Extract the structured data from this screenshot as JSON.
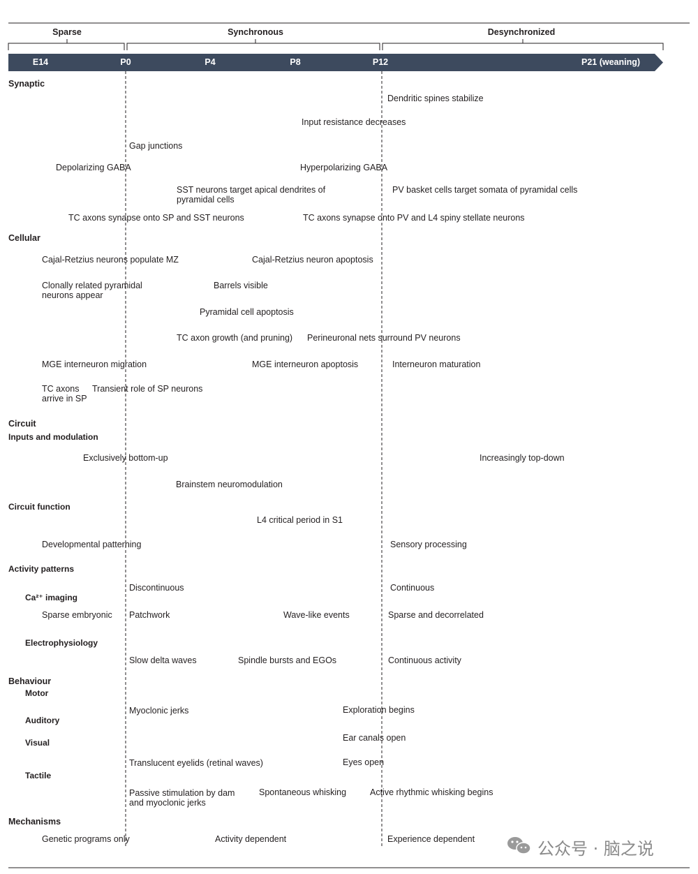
{
  "eras": [
    {
      "id": "sparse",
      "label": "Sparse"
    },
    {
      "id": "synchronous",
      "label": "Synchronous"
    },
    {
      "id": "desynchronized",
      "label": "Desynchronized"
    }
  ],
  "ages": [
    {
      "id": "e14",
      "label": "E14"
    },
    {
      "id": "p0",
      "label": "P0"
    },
    {
      "id": "p4",
      "label": "P4"
    },
    {
      "id": "p8",
      "label": "P8"
    },
    {
      "id": "p12",
      "label": "P12"
    },
    {
      "id": "p21",
      "label": "P21 (weaning)"
    }
  ],
  "colors": {
    "timeline_bar": "#3d4a5e",
    "synaptic": "#d9545e",
    "cellular": "#3d86c6",
    "circuit": "#e6c54a",
    "behaviour": "#b36ab3",
    "mechanisms": "#7fc26b"
  },
  "categories": {
    "synaptic": "Synaptic",
    "cellular": "Cellular",
    "circuit": "Circuit",
    "behaviour": "Behaviour",
    "mechanisms": "Mechanisms"
  },
  "subcategories": {
    "inputs": "Inputs and modulation",
    "circuit_function": "Circuit function",
    "activity": "Activity patterns",
    "ca_imaging": "Ca²⁺ imaging",
    "ephys": "Electrophysiology",
    "motor": "Motor",
    "auditory": "Auditory",
    "visual": "Visual",
    "tactile": "Tactile"
  },
  "events": {
    "dendritic_spines": "Dendritic spines stabilize",
    "input_resistance": "Input resistance decreases",
    "gap_junctions": "Gap junctions",
    "depol_gaba": "Depolarizing GABA",
    "hyperpol_gaba": "Hyperpolarizing GABA",
    "sst_target_1": "SST neurons target apical dendrites of",
    "sst_target_2": "pyramidal cells",
    "pv_basket": "PV basket cells target somata of pyramidal cells",
    "tc_sp_sst": "TC axons synapse onto SP and SST neurons",
    "tc_pv_l4": "TC axons synapse onto PV and L4 spiny stellate neurons",
    "cajal_mz": "Cajal-Retzius neurons populate MZ",
    "cajal_apoptosis": "Cajal-Retzius neuron apoptosis",
    "clonal_1": "Clonally related pyramidal",
    "clonal_2": "neurons appear",
    "barrels": "Barrels visible",
    "pyr_apoptosis": "Pyramidal cell apoptosis",
    "tc_growth": "TC axon growth (and pruning)",
    "pnn": "Perineuronal nets surround  PV neurons",
    "mge_migration": "MGE interneuron migration",
    "mge_apoptosis": "MGE interneuron apoptosis",
    "inter_maturation": "Interneuron maturation",
    "tc_arrive_1": "TC axons",
    "tc_arrive_2": "arrive in SP",
    "sp_role": "Transient role of SP neurons",
    "bottom_up": "Exclusively bottom-up",
    "top_down": "Increasingly top-down",
    "brainstem": "Brainstem neuromodulation",
    "l4_critical": "L4 critical period in S1",
    "dev_patterning": "Developmental patterning",
    "sensory_processing": "Sensory processing",
    "discontinuous": "Discontinuous",
    "continuous": "Continuous",
    "sparse_embryonic": "Sparse embryonic",
    "patchwork": "Patchwork",
    "wave_like": "Wave-like events",
    "sparse_decorrelated": "Sparse and decorrelated",
    "slow_delta": "Slow delta waves",
    "spindle": "Spindle bursts and EGOs",
    "continuous_activity": "Continuous activity",
    "myoclonic": "Myoclonic jerks",
    "exploration": "Exploration begins",
    "ear_canals": "Ear canals open",
    "eyelids": "Translucent eyelids (retinal waves)",
    "eyes_open": "Eyes open",
    "passive_1": "Passive stimulation by dam",
    "passive_2": "and myoclonic jerks",
    "spont_whisking": "Spontaneous whisking",
    "active_whisking": "Active rhythmic whisking begins",
    "genetic": "Genetic programs only",
    "activity_dep": "Activity dependent",
    "experience_dep": "Experience dependent"
  },
  "watermark": {
    "text": "公众号 · 脑之说",
    "icon": "wechat-icon"
  }
}
